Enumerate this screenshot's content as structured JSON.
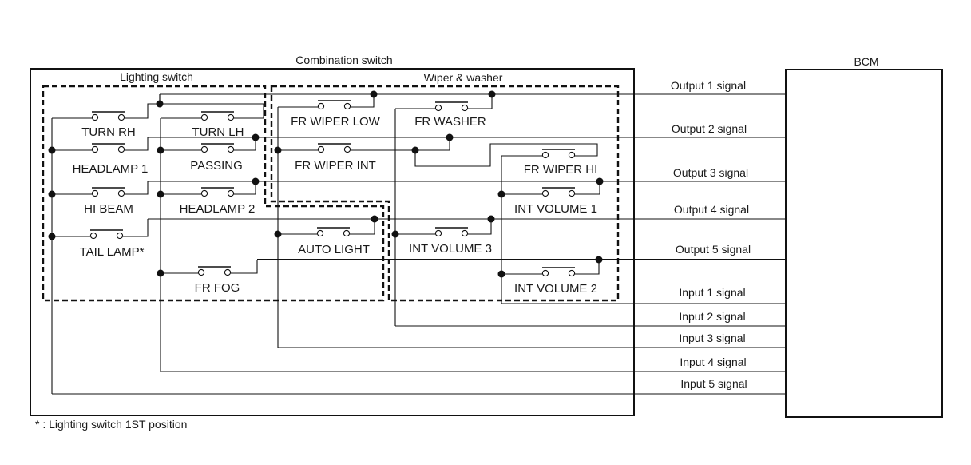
{
  "title": "Combination switch",
  "footnote": "* : Lighting switch 1ST position",
  "groups": {
    "lighting": "Lighting switch",
    "wiper": "Wiper & washer",
    "bcm": "BCM"
  },
  "switches": [
    {
      "id": "turn-rh",
      "label": "TURN RH"
    },
    {
      "id": "turn-lh",
      "label": "TURN LH"
    },
    {
      "id": "headlamp-1",
      "label": "HEADLAMP 1"
    },
    {
      "id": "passing",
      "label": "PASSING"
    },
    {
      "id": "hi-beam",
      "label": "HI BEAM"
    },
    {
      "id": "headlamp-2",
      "label": "HEADLAMP 2"
    },
    {
      "id": "tail-lamp",
      "label": "TAIL LAMP*"
    },
    {
      "id": "fr-fog",
      "label": "FR FOG"
    },
    {
      "id": "fr-wiper-low",
      "label": "FR WIPER LOW"
    },
    {
      "id": "fr-washer",
      "label": "FR WASHER"
    },
    {
      "id": "fr-wiper-int",
      "label": "FR WIPER INT"
    },
    {
      "id": "fr-wiper-hi",
      "label": "FR WIPER HI"
    },
    {
      "id": "int-volume-1",
      "label": "INT VOLUME 1"
    },
    {
      "id": "auto-light",
      "label": "AUTO LIGHT"
    },
    {
      "id": "int-volume-3",
      "label": "INT VOLUME 3"
    },
    {
      "id": "int-volume-2",
      "label": "INT VOLUME 2"
    }
  ],
  "signals": [
    {
      "id": "output-1",
      "label": "Output 1 signal"
    },
    {
      "id": "output-2",
      "label": "Output 2 signal"
    },
    {
      "id": "output-3",
      "label": "Output 3 signal"
    },
    {
      "id": "output-4",
      "label": "Output 4 signal"
    },
    {
      "id": "output-5",
      "label": "Output 5 signal"
    },
    {
      "id": "input-1",
      "label": "Input 1 signal"
    },
    {
      "id": "input-2",
      "label": "Input 2 signal"
    },
    {
      "id": "input-3",
      "label": "Input 3 signal"
    },
    {
      "id": "input-4",
      "label": "Input 4 signal"
    },
    {
      "id": "input-5",
      "label": "Input 5 signal"
    }
  ]
}
